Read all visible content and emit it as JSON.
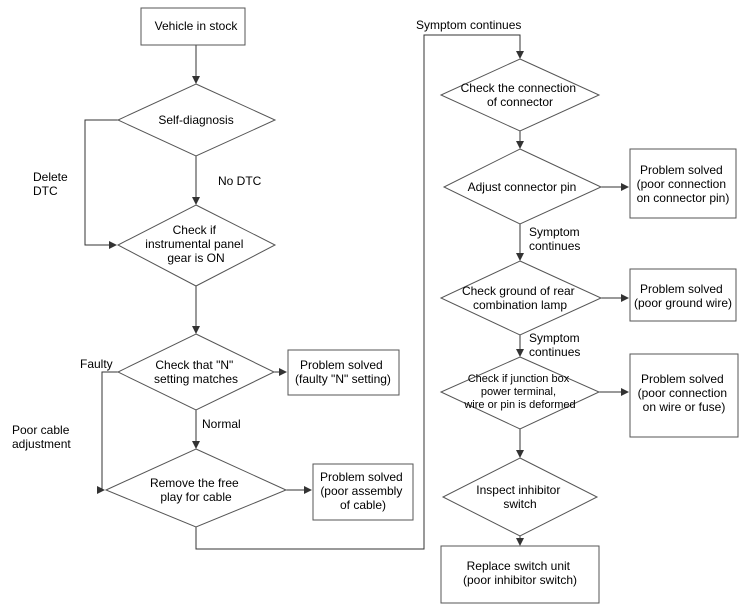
{
  "nodes": {
    "vehicle_in_stock": {
      "lines": [
        "Vehicle in stock"
      ]
    },
    "self_diagnosis": {
      "lines": [
        "Self-diagnosis"
      ]
    },
    "check_instrument_panel": {
      "lines": [
        "Check if",
        "instrumental panel",
        "gear is ON"
      ]
    },
    "check_n_setting": {
      "lines": [
        "Check that \"N\"",
        "setting matches"
      ]
    },
    "solved_n_setting": {
      "lines": [
        "Problem solved",
        "(faulty \"N\" setting)"
      ]
    },
    "remove_free_play": {
      "lines": [
        "Remove the free",
        "play for cable"
      ]
    },
    "solved_cable_assembly": {
      "lines": [
        "Problem solved",
        "(poor assembly",
        "of cable)"
      ]
    },
    "check_connection": {
      "lines": [
        "Check the connection",
        "of connector"
      ]
    },
    "adjust_connector_pin": {
      "lines": [
        "Adjust connector pin"
      ]
    },
    "solved_connector_pin": {
      "lines": [
        "Problem solved",
        "(poor connection",
        "on connector pin)"
      ]
    },
    "check_ground": {
      "lines": [
        "Check ground of rear",
        "combination lamp"
      ]
    },
    "solved_ground_wire": {
      "lines": [
        "Problem solved",
        "(poor ground wire)"
      ]
    },
    "check_junction_box": {
      "lines": [
        "Check if junction box",
        "power terminal,",
        "wire or pin is deformed"
      ]
    },
    "solved_wire_fuse": {
      "lines": [
        "Problem solved",
        "(poor connection",
        "on wire or fuse)"
      ]
    },
    "inspect_inhibitor": {
      "lines": [
        "Inspect inhibitor",
        "switch"
      ]
    },
    "replace_switch": {
      "lines": [
        "Replace switch unit",
        "(poor inhibitor switch)"
      ]
    }
  },
  "edge_labels": {
    "delete_dtc": [
      "Delete",
      "DTC"
    ],
    "no_dtc": [
      "No DTC"
    ],
    "faulty": [
      "Faulty"
    ],
    "normal": [
      "Normal"
    ],
    "poor_cable_adjustment": [
      "Poor cable",
      "adjustment"
    ],
    "symptom_continues_top": [
      "Symptom continues"
    ],
    "symptom_continues_1": [
      "Symptom",
      "continues"
    ],
    "symptom_continues_2": [
      "Symptom",
      "continues"
    ]
  }
}
